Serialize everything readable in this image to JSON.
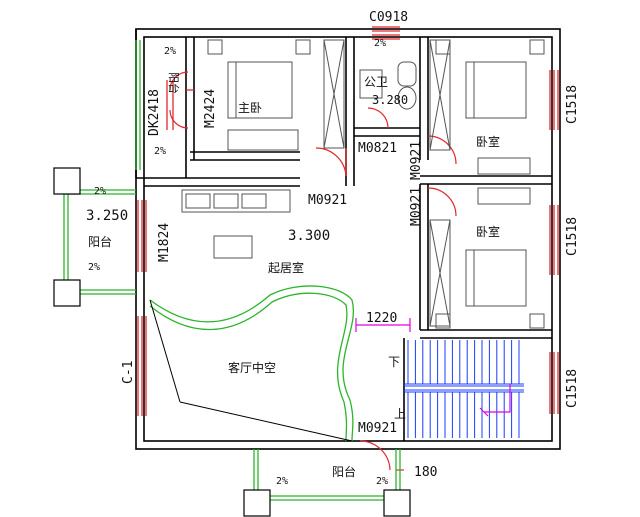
{
  "floor_plan": {
    "rooms": {
      "master_bedroom": "主卧",
      "bedroom_1": "卧室",
      "bedroom_2": "卧室",
      "bathroom": "公卫",
      "living_room": "起居室",
      "void_space": "客厅中空",
      "balcony_left_top": "阳台",
      "balcony_west": "阳台",
      "balcony_south": "阳台"
    },
    "openings": {
      "window_top": "C0918",
      "window_right_1": "C1518",
      "window_right_2": "C1518",
      "window_right_3": "C1518",
      "window_left": "C-1",
      "door_dk": "DK2418",
      "door_master": "M2424",
      "door_living_left": "M1824",
      "door_bath": "M0821",
      "door_bed1_a": "M0921",
      "door_bed1_b": "M0921",
      "door_master_bottom": "M0921",
      "door_stair": "M0921"
    },
    "levels": {
      "bathroom": "3.280",
      "living": "3.300",
      "west_balcony": "3.250"
    },
    "slopes": {
      "s1": "2%",
      "s2": "2%",
      "s3": "2%",
      "s4": "2%",
      "s5": "2%",
      "s6": "2%",
      "s7": "2%"
    },
    "dimensions": {
      "void_edge": "1220",
      "south_offset": "180"
    },
    "stair": {
      "down": "下",
      "up": "上"
    },
    "colors": {
      "wall": "#000000",
      "window": "#e0282c",
      "balcony_rail": "#2bb52b",
      "stair": "#1a3cff",
      "dimension": "#e000e0",
      "furniture": "#555555"
    }
  }
}
